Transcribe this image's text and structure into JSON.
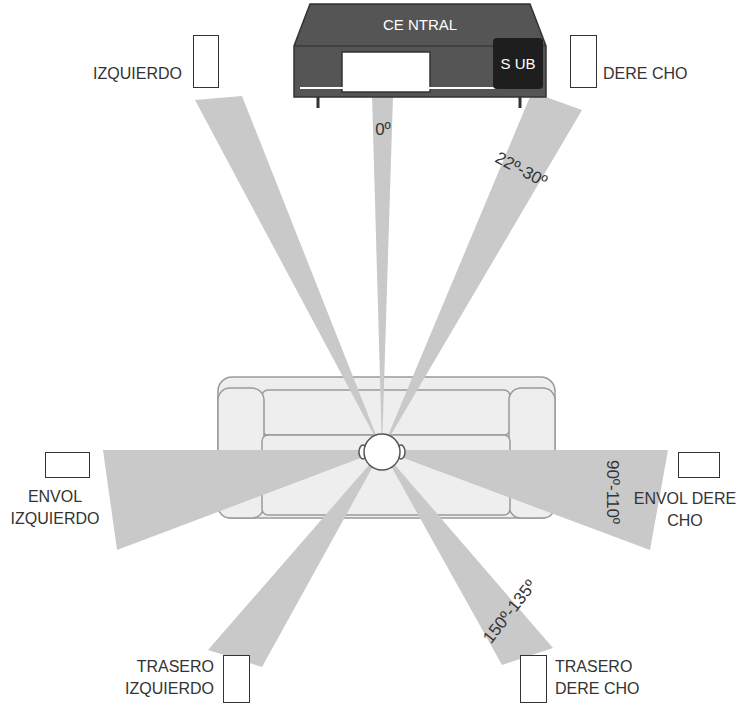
{
  "diagram": {
    "nodes": [
      {
        "text": [
          "IZQUIERDO"
        ]
      },
      {
        "text": [
          "CE NTRAL"
        ]
      },
      {
        "text": [
          "S UB"
        ]
      },
      {
        "text": [
          "DERE CHO"
        ]
      },
      {
        "text": [
          "ENVOL IZQUIERDO"
        ]
      },
      {
        "text": [
          "ENVOL DERE CHO"
        ]
      },
      {
        "text": [
          "TRASERO IZQUIERDO"
        ]
      },
      {
        "text": [
          "TRASERO DERE CHO"
        ]
      }
    ],
    "labels": [
      "0º",
      "22º-30º",
      "90º-110º",
      "150º-135º"
    ]
  }
}
